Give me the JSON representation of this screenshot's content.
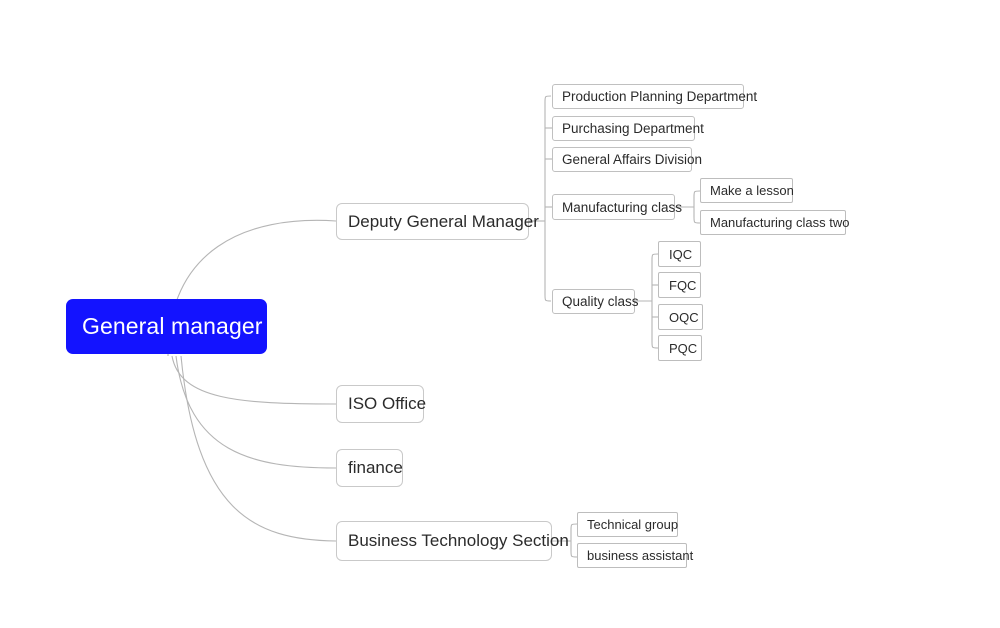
{
  "diagram": {
    "type": "mind-map",
    "title": "Organization chart",
    "background_color": "#ffffff",
    "root_color": "#1313ff",
    "root_text_color": "#ffffff",
    "node_border_color": "#c4c4c4",
    "node_text_color": "#2b2b2b",
    "connector_color": "#b5b5b5"
  },
  "root": {
    "label": "General manager"
  },
  "branches": [
    {
      "label": "Deputy General Manager",
      "children": [
        {
          "label": "Production Planning Department",
          "children": []
        },
        {
          "label": "Purchasing Department",
          "children": []
        },
        {
          "label": "General Affairs Division",
          "children": []
        },
        {
          "label": "Manufacturing class",
          "children": [
            {
              "label": "Make a lesson"
            },
            {
              "label": "Manufacturing class two"
            }
          ]
        },
        {
          "label": "Quality class",
          "children": [
            {
              "label": "IQC"
            },
            {
              "label": "FQC"
            },
            {
              "label": "OQC"
            },
            {
              "label": "PQC"
            }
          ]
        }
      ]
    },
    {
      "label": "ISO Office",
      "children": []
    },
    {
      "label": "finance",
      "children": []
    },
    {
      "label": "Business Technology Section",
      "children": [
        {
          "label": "Technical group",
          "children": []
        },
        {
          "label": "business assistant",
          "children": []
        }
      ]
    }
  ]
}
